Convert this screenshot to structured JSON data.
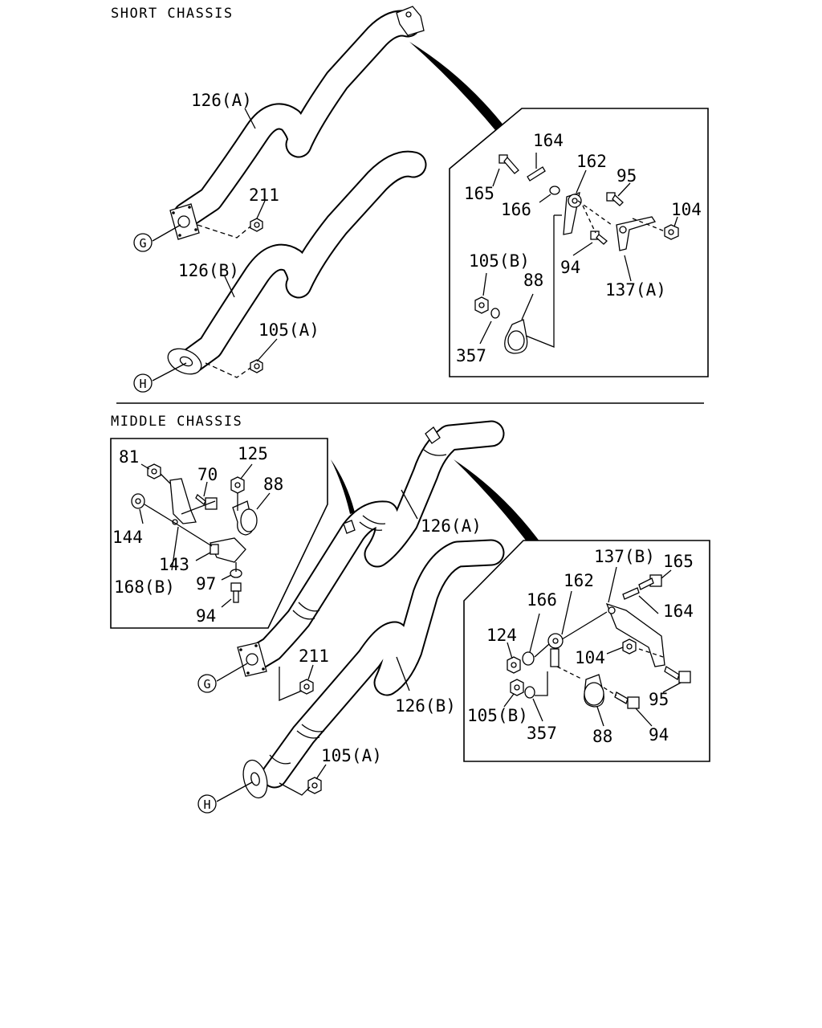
{
  "sections": {
    "short_title": "SHORT CHASSIS",
    "middle_title": "MIDDLE CHASSIS"
  },
  "short": {
    "pipe_a": "126(A)",
    "pipe_b": "126(B)",
    "nut_211": "211",
    "nut_105a": "105(A)",
    "marker_g": "G",
    "marker_h": "H",
    "detail": {
      "bolt_165": "165",
      "pin_164": "164",
      "washer_166": "166",
      "bushing_162": "162",
      "bolt_95": "95",
      "nut_104": "104",
      "bolt_94": "94",
      "bracket_137a": "137(A)",
      "nut_105b": "105(B)",
      "clamp_88": "88",
      "washer_357": "357"
    }
  },
  "middle": {
    "pipe_a": "126(A)",
    "pipe_b": "126(B)",
    "nut_211": "211",
    "nut_105a": "105(A)",
    "marker_g": "G",
    "marker_h": "H",
    "detail_left": {
      "nut_81": "81",
      "bolt_70": "70",
      "nut_125": "125",
      "clamp_88": "88",
      "washer_144": "144",
      "bracket_143": "143",
      "bracket_168b": "168(B)",
      "washer_97": "97",
      "bolt_94": "94"
    },
    "detail_right": {
      "bracket_137b": "137(B)",
      "bolt_165": "165",
      "pin_164": "164",
      "washer_166": "166",
      "bushing_162": "162",
      "nut_124": "124",
      "nut_104": "104",
      "bolt_95": "95",
      "nut_105b": "105(B)",
      "washer_357": "357",
      "clamp_88": "88",
      "bolt_94": "94"
    }
  }
}
